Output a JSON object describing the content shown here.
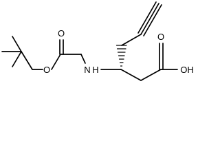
{
  "molecule": {
    "atoms": {
      "ester_oxygen": "O",
      "carbonyl_oxygen": "O",
      "amide_nitrogen": "N",
      "amide_hydrogen": "H",
      "acid_hydroxyl": "OH",
      "acid_carbonyl_oxygen": "O"
    }
  }
}
